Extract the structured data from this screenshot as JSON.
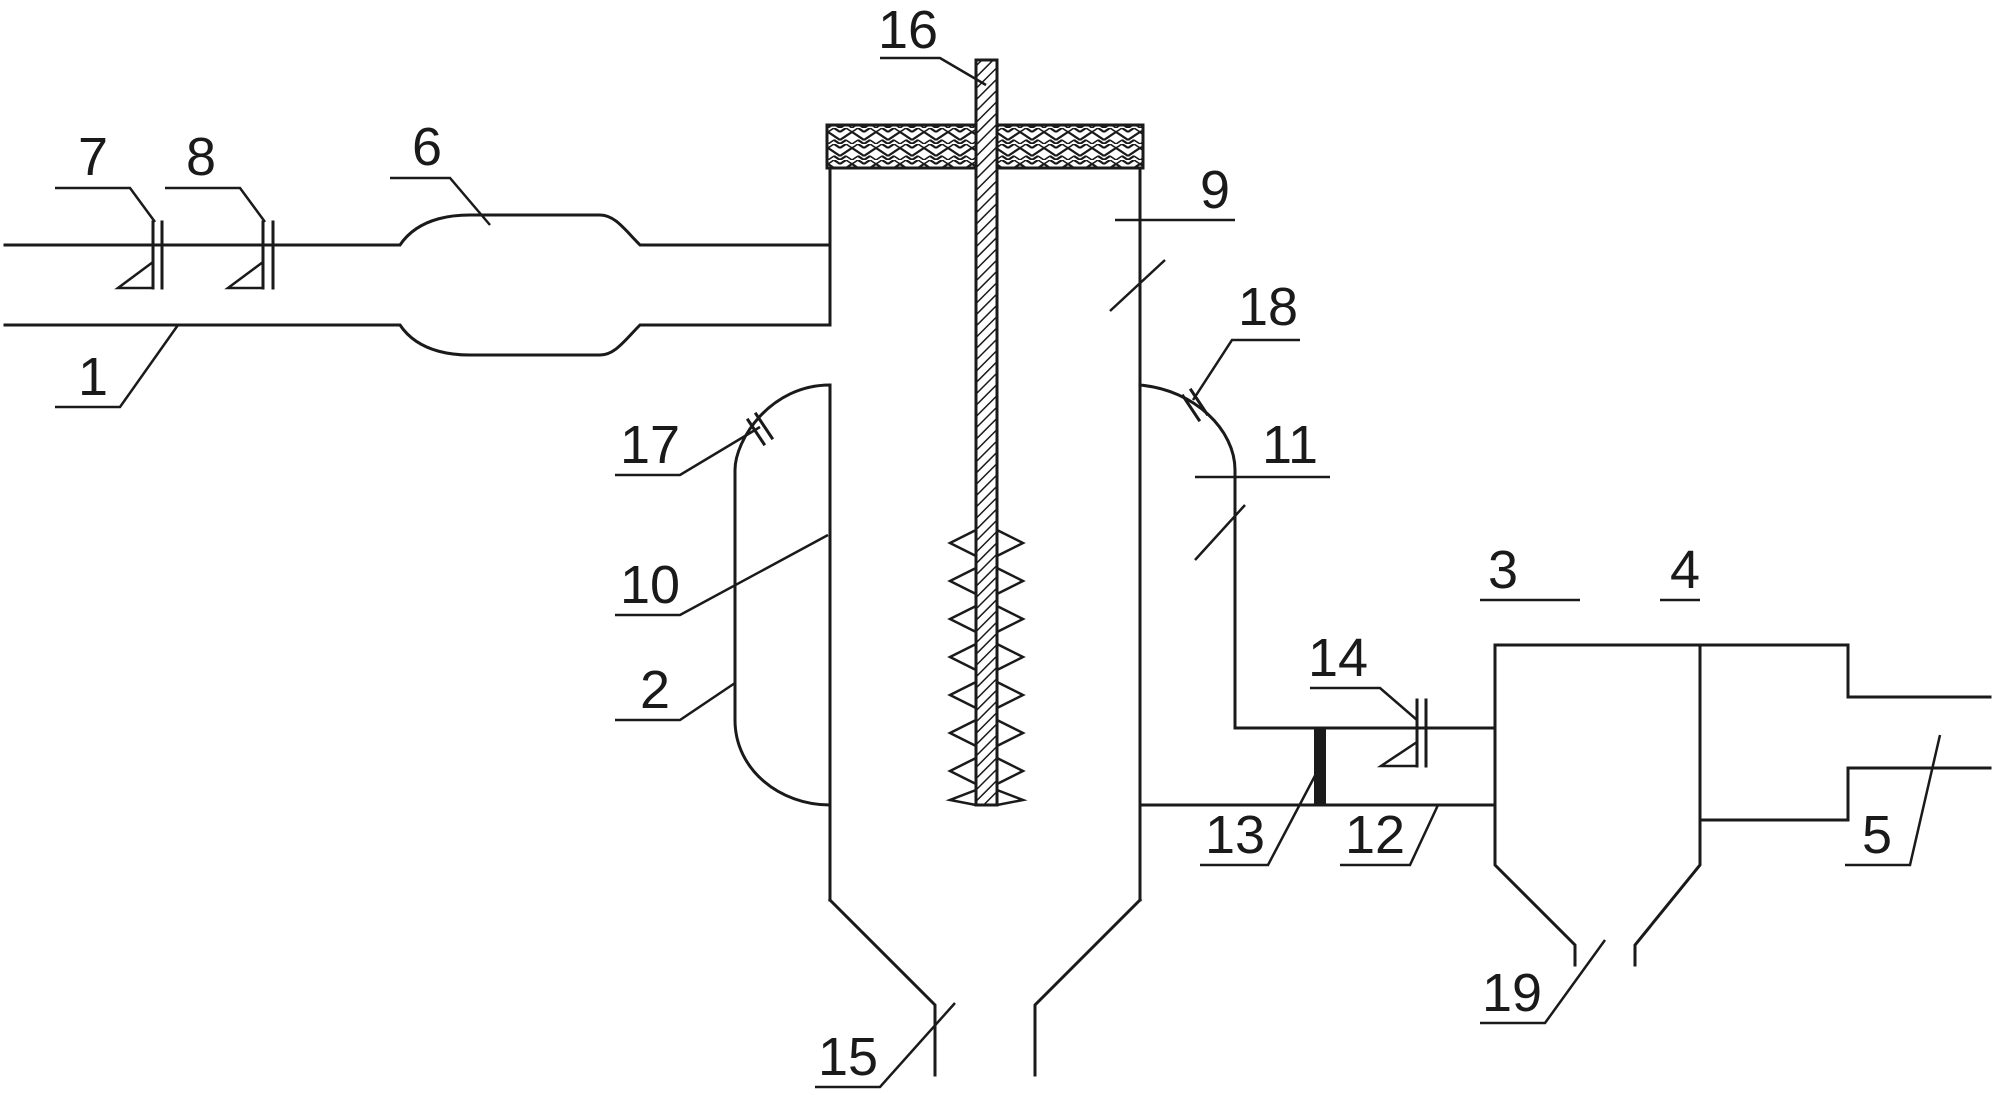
{
  "labels": {
    "l1": "1",
    "l2": "2",
    "l3": "3",
    "l4": "4",
    "l5": "5",
    "l6": "6",
    "l7": "7",
    "l8": "8",
    "l9": "9",
    "l10": "10",
    "l11": "11",
    "l12": "12",
    "l13": "13",
    "l14": "14",
    "l15": "15",
    "l16": "16",
    "l17": "17",
    "l18": "18",
    "l19": "19"
  },
  "colors": {
    "line": "#1a1a1a",
    "background": "#ffffff"
  }
}
